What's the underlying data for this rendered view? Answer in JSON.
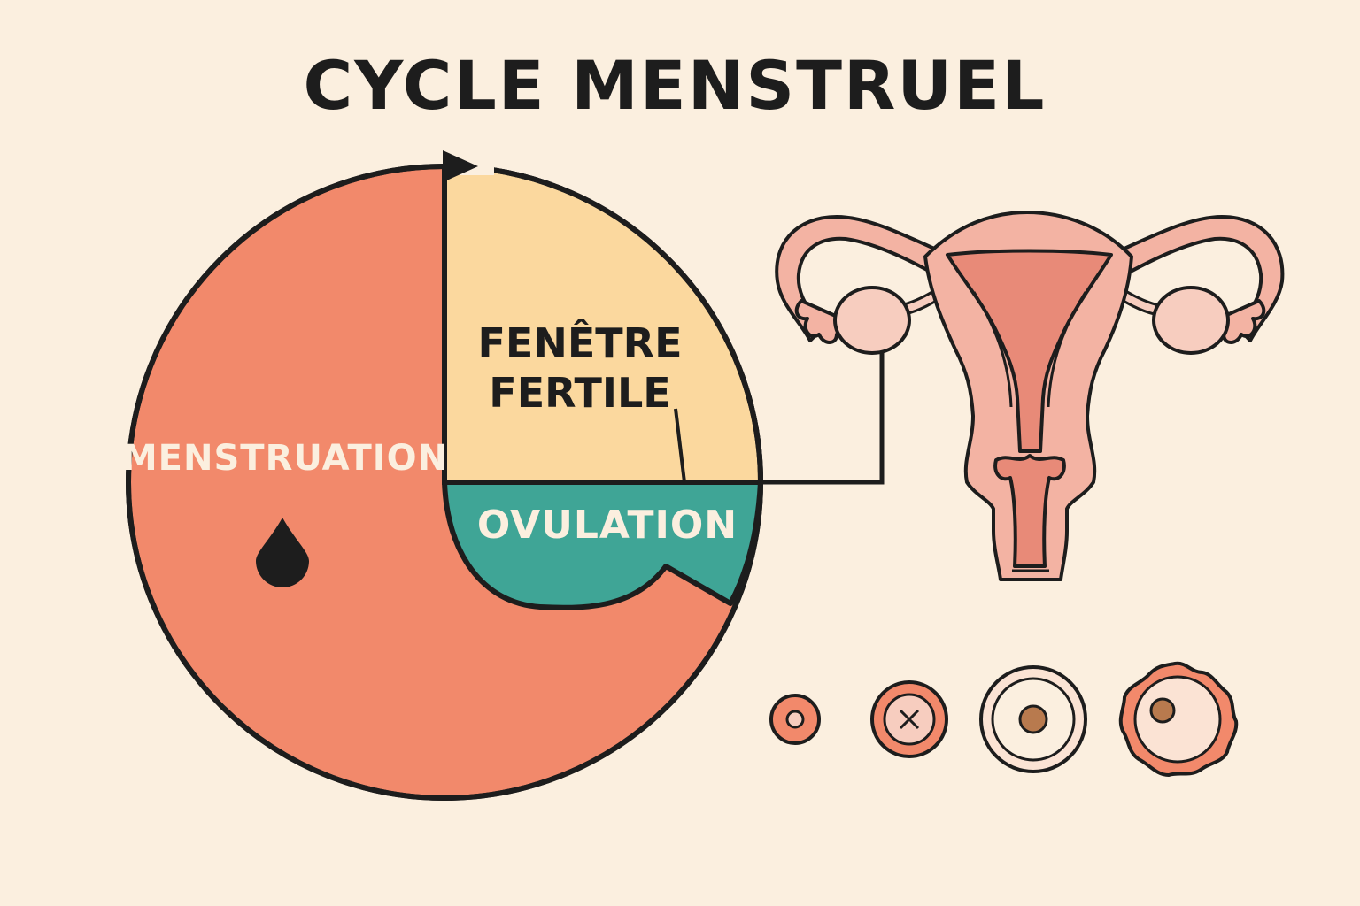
{
  "title": "CYCLE MENSTRUEL",
  "phases": {
    "menstruation": "MENSTRUATION",
    "fertile_line1": "FENÊTRE",
    "fertile_line2": "FERTILE",
    "ovulation": "OVULATION"
  },
  "colors": {
    "background": "#fbefdf",
    "menstruation": "#f2896b",
    "fertile": "#fbd89e",
    "ovulation": "#3fa596",
    "outline": "#1d1d1d",
    "organ": "#f3b3a3",
    "organ_dark": "#e88a78",
    "label_light": "#fbefdf",
    "label_dark": "#1d1d1d"
  },
  "icons": {
    "drop": "blood-drop-icon",
    "arrow": "cycle-arrow-icon",
    "organ": "uterus-illustration",
    "follicles": [
      "follicle-stage-1",
      "follicle-stage-2",
      "follicle-stage-3",
      "follicle-stage-4"
    ]
  }
}
